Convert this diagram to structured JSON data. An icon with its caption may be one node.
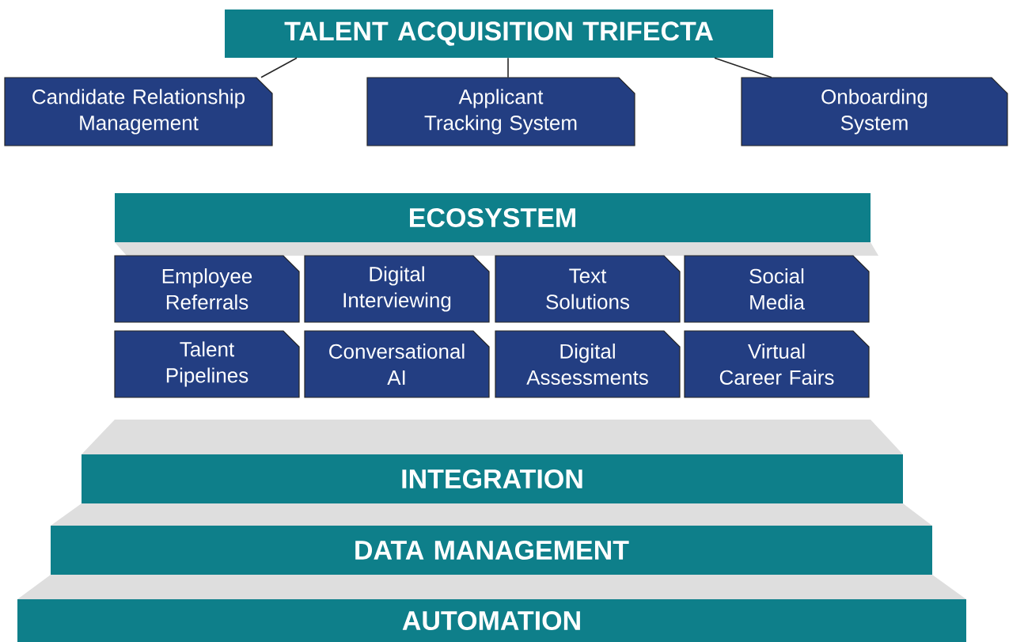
{
  "diagram": {
    "nodes": [
      {
        "text": [
          "TALENT ACQUISITION TRIFECTA"
        ]
      },
      {
        "text": [
          "Candidate Relationship Management"
        ]
      },
      {
        "text": [
          "Applicant Tracking System"
        ]
      },
      {
        "text": [
          "Onboarding System"
        ]
      },
      {
        "text": [
          "ECOSYSTEM"
        ]
      },
      {
        "text": [
          "Employee Referrals"
        ]
      },
      {
        "text": [
          "Digital Interviewing"
        ]
      },
      {
        "text": [
          "Text Solutions"
        ]
      },
      {
        "text": [
          "Social Media"
        ]
      },
      {
        "text": [
          "Talent Pipelines"
        ]
      },
      {
        "text": [
          "Conversational AI"
        ]
      },
      {
        "text": [
          "Digital Assessments"
        ]
      },
      {
        "text": [
          "Virtual Career Fairs"
        ]
      },
      {
        "text": [
          "INTEGRATION"
        ]
      },
      {
        "text": [
          "DATA MANAGEMENT"
        ]
      },
      {
        "text": [
          "AUTOMATION"
        ]
      }
    ],
    "edges": [
      {
        "from": 0,
        "to": 1,
        "arrow": "none"
      },
      {
        "from": 0,
        "to": 2,
        "arrow": "none"
      },
      {
        "from": 0,
        "to": 3,
        "arrow": "none"
      }
    ]
  }
}
